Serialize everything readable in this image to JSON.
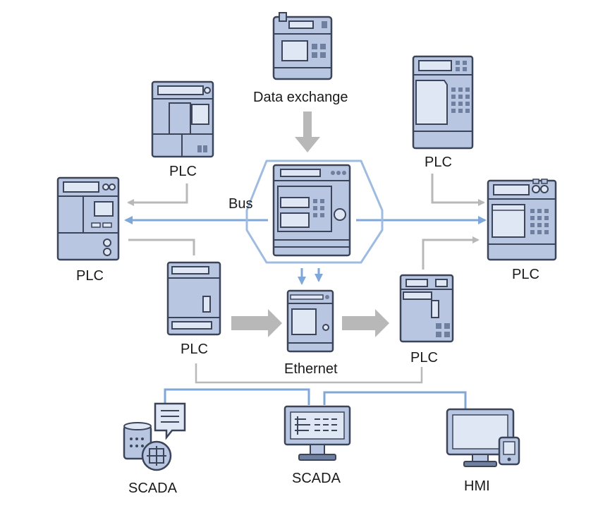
{
  "labels": {
    "data_exchange": "Data exchange",
    "bus": "Bus",
    "ethernet": "Ethernet",
    "plc_upper_left": "PLC",
    "plc_left": "PLC",
    "plc_upper_right": "PLC",
    "plc_right": "PLC",
    "plc_center_left": "PLC",
    "plc_center_right": "PLC",
    "scada_left": "SCADA",
    "scada_center": "SCADA",
    "hmi": "HMI"
  },
  "colors": {
    "device_fill": "#b9c6e2",
    "device_stroke": "#3b4458",
    "device_dark": "#6f7f9f",
    "connector_gray": "#b8b8b8",
    "connector_blue": "#7fa8d8",
    "bus_outline": "#9fbce0"
  },
  "icons": [
    "plc-icon",
    "server-icon",
    "switch-icon",
    "scada-monitor-icon",
    "hmi-monitor-icon",
    "database-icon",
    "chat-icon",
    "globe-icon"
  ]
}
